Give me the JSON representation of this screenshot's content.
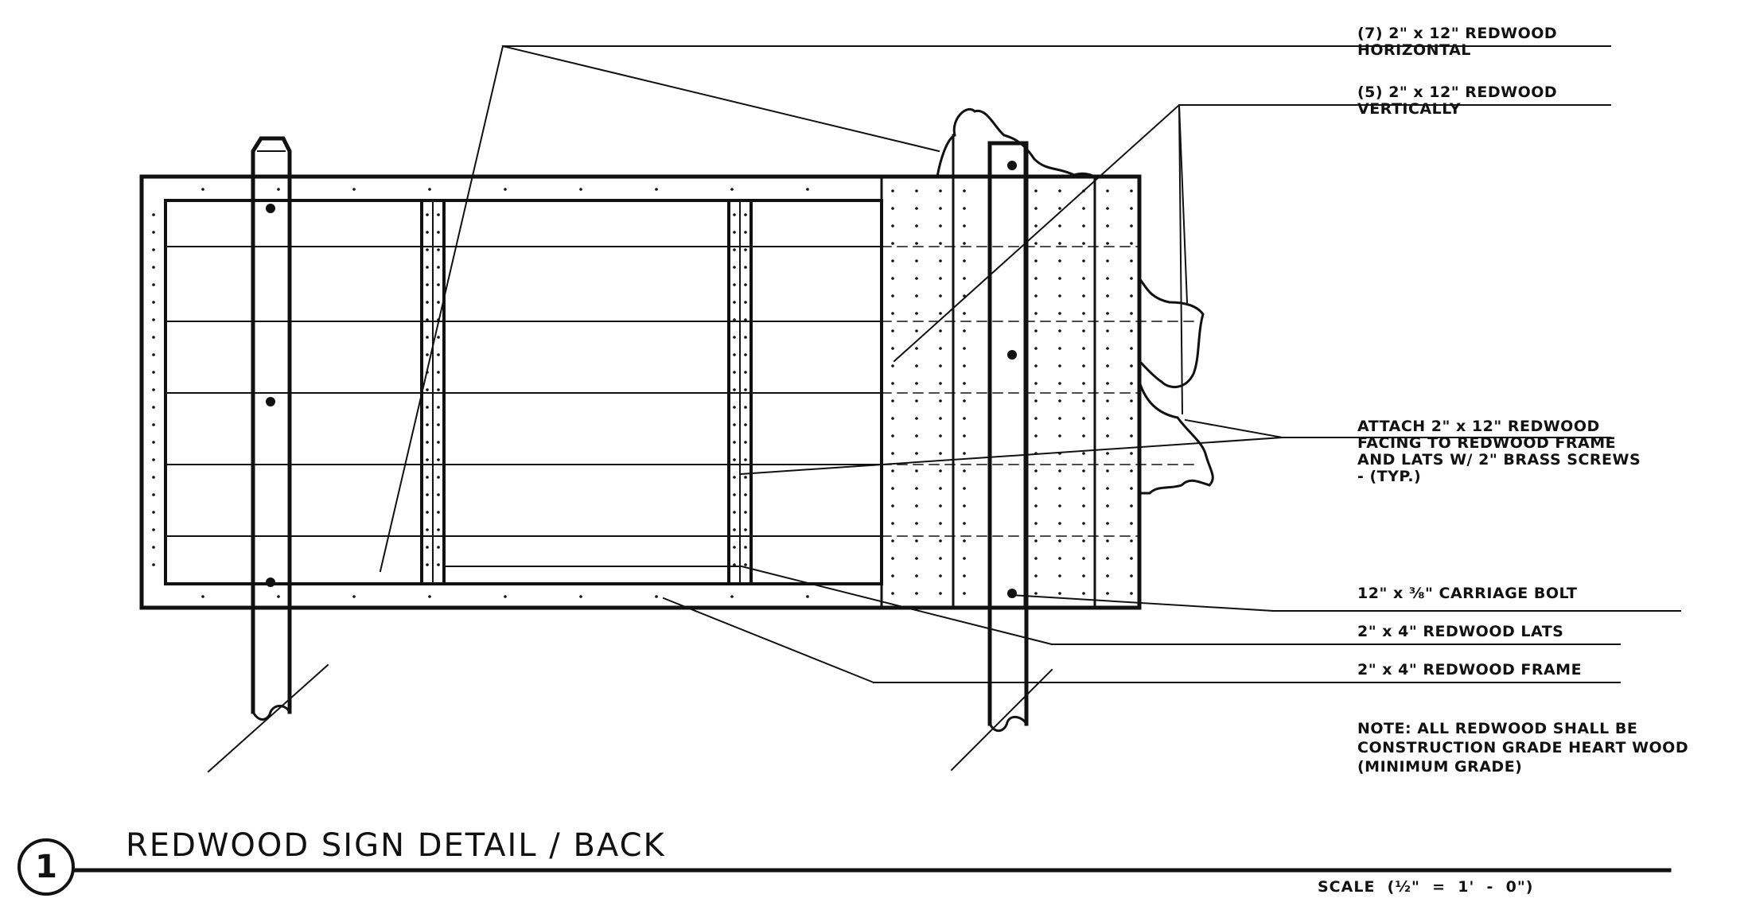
{
  "title": "REDWOOD SIGN DETAIL / BACK",
  "detail_number": "1",
  "scale": "SCALE  (½\"  =  1'  -  0\")",
  "callouts": {
    "horizontal": [
      "(7) 2\" x 12\" REDWOOD",
      "HORIZONTAL"
    ],
    "vertical": [
      "(5) 2\" x 12\" REDWOOD",
      "VERTICALLY"
    ],
    "attach": [
      "ATTACH 2\" x 12\" REDWOOD",
      "FACING TO REDWOOD FRAME",
      "AND LATS W/ 2\" BRASS SCREWS",
      "- (TYP.)"
    ],
    "bolt": "12\" x ⅜\" CARRIAGE BOLT",
    "lats": "2\" x 4\" REDWOOD LATS",
    "frame": "2\" x 4\" REDWOOD FRAME",
    "note": [
      "NOTE: ALL REDWOOD SHALL BE",
      "CONSTRUCTION GRADE HEART WOOD",
      "(MINIMUM GRADE)"
    ]
  },
  "colors": {
    "ink": "#111111",
    "paper": "#ffffff"
  }
}
